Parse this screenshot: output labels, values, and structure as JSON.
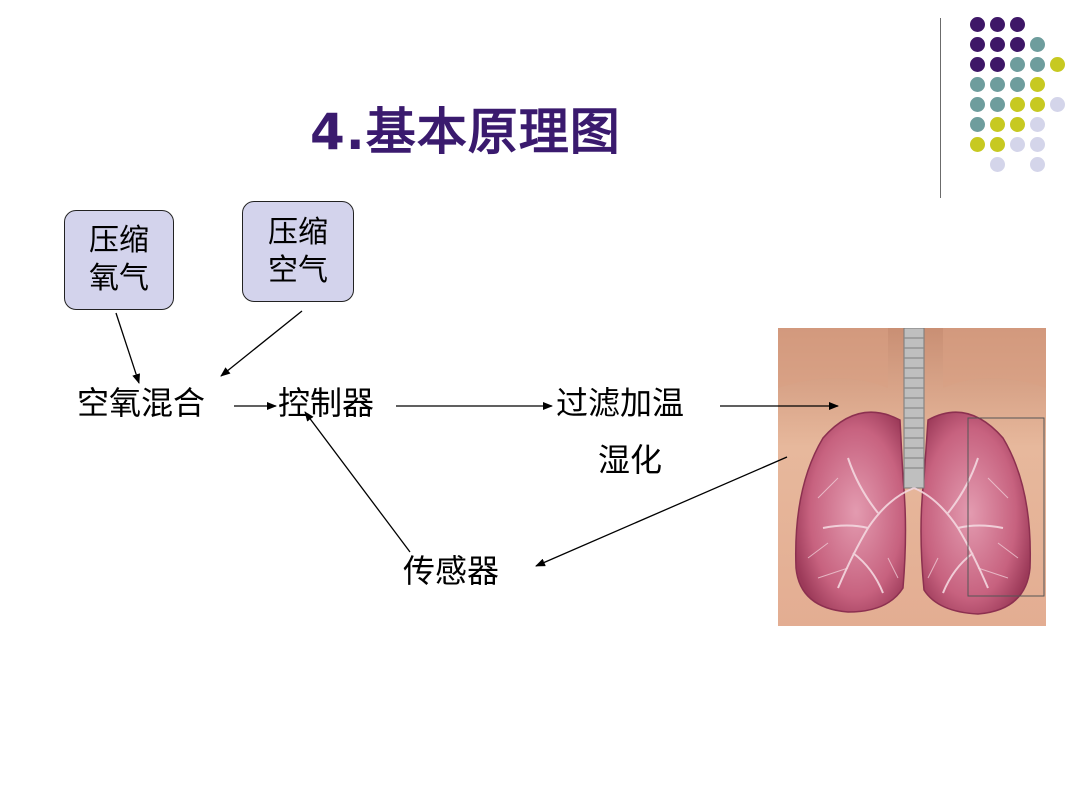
{
  "slide": {
    "title": "4.基本原理图"
  },
  "diagram": {
    "sources": {
      "oxygen": "压缩\n氧气",
      "air": "压缩\n空气"
    },
    "nodes": {
      "mixer": "空氧混合",
      "controller": "控制器",
      "humidifier_line1": "过滤加温",
      "humidifier_line2": "湿化",
      "sensor": "传感器"
    }
  },
  "decoration": {
    "dot_colors": {
      "purple": "#3e1767",
      "teal": "#6e9d9d",
      "yellow": "#c7c921",
      "lavender": "#d4d5ea"
    },
    "dot_rows": [
      [
        "",
        "purple",
        "purple",
        "purple",
        ""
      ],
      [
        "",
        "purple",
        "purple",
        "purple",
        "teal"
      ],
      [
        "",
        "purple",
        "purple",
        "teal",
        "teal",
        "yellow"
      ],
      [
        "",
        "teal",
        "teal",
        "teal",
        "yellow",
        ""
      ],
      [
        "",
        "teal",
        "teal",
        "yellow",
        "yellow",
        "lavender"
      ],
      [
        "",
        "teal",
        "yellow",
        "yellow",
        "lavender",
        ""
      ],
      [
        "",
        "yellow",
        "yellow",
        "lavender",
        "lavender",
        ""
      ],
      [
        "",
        "",
        "lavender",
        "",
        "lavender",
        ""
      ]
    ]
  },
  "image": {
    "name": "lungs-illustration",
    "skin": "#e7b89c",
    "lung": "#c7627f"
  }
}
